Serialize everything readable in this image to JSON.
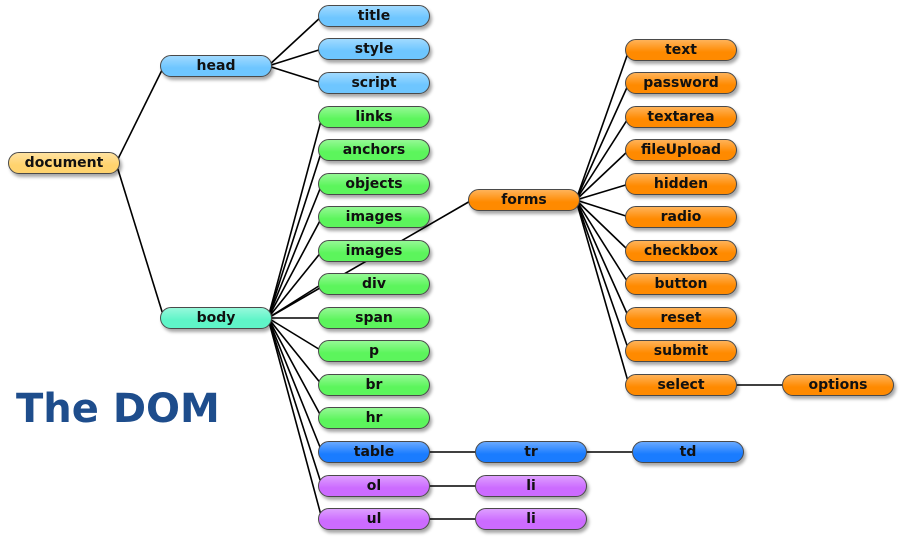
{
  "caption": "The DOM",
  "colors": {
    "document": "#ffd36e",
    "head": "#6ec6ff",
    "body": "#5ff5c8",
    "body_children": "#5cf55c",
    "forms": "#ff8a00",
    "table": "#1a7cff",
    "list": "#cc6bff"
  },
  "nodes": [
    {
      "id": "document",
      "label": "document",
      "color": "document"
    },
    {
      "id": "head",
      "label": "head",
      "color": "head"
    },
    {
      "id": "title",
      "label": "title",
      "color": "head"
    },
    {
      "id": "style",
      "label": "style",
      "color": "head"
    },
    {
      "id": "script",
      "label": "script",
      "color": "head"
    },
    {
      "id": "body",
      "label": "body",
      "color": "body"
    },
    {
      "id": "links",
      "label": "links",
      "color": "body_children"
    },
    {
      "id": "anchors",
      "label": "anchors",
      "color": "body_children"
    },
    {
      "id": "objects",
      "label": "objects",
      "color": "body_children"
    },
    {
      "id": "images1",
      "label": "images",
      "color": "body_children"
    },
    {
      "id": "images2",
      "label": "images",
      "color": "body_children"
    },
    {
      "id": "div",
      "label": "div",
      "color": "body_children"
    },
    {
      "id": "span",
      "label": "span",
      "color": "body_children"
    },
    {
      "id": "p",
      "label": "p",
      "color": "body_children"
    },
    {
      "id": "br",
      "label": "br",
      "color": "body_children"
    },
    {
      "id": "hr",
      "label": "hr",
      "color": "body_children"
    },
    {
      "id": "table",
      "label": "table",
      "color": "table"
    },
    {
      "id": "ol",
      "label": "ol",
      "color": "list"
    },
    {
      "id": "ul",
      "label": "ul",
      "color": "list"
    },
    {
      "id": "forms",
      "label": "forms",
      "color": "forms"
    },
    {
      "id": "text",
      "label": "text",
      "color": "forms"
    },
    {
      "id": "password",
      "label": "password",
      "color": "forms"
    },
    {
      "id": "textarea",
      "label": "textarea",
      "color": "forms"
    },
    {
      "id": "fileUpload",
      "label": "fileUpload",
      "color": "forms"
    },
    {
      "id": "hidden",
      "label": "hidden",
      "color": "forms"
    },
    {
      "id": "radio",
      "label": "radio",
      "color": "forms"
    },
    {
      "id": "checkbox",
      "label": "checkbox",
      "color": "forms"
    },
    {
      "id": "button",
      "label": "button",
      "color": "forms"
    },
    {
      "id": "reset",
      "label": "reset",
      "color": "forms"
    },
    {
      "id": "submit",
      "label": "submit",
      "color": "forms"
    },
    {
      "id": "select",
      "label": "select",
      "color": "forms"
    },
    {
      "id": "options",
      "label": "options",
      "color": "forms"
    },
    {
      "id": "tr",
      "label": "tr",
      "color": "table"
    },
    {
      "id": "td",
      "label": "td",
      "color": "table"
    },
    {
      "id": "li_ol",
      "label": "li",
      "color": "list"
    },
    {
      "id": "li_ul",
      "label": "li",
      "color": "list"
    }
  ],
  "edges": [
    [
      "document",
      "head"
    ],
    [
      "document",
      "body"
    ],
    [
      "head",
      "title"
    ],
    [
      "head",
      "style"
    ],
    [
      "head",
      "script"
    ],
    [
      "body",
      "links"
    ],
    [
      "body",
      "anchors"
    ],
    [
      "body",
      "objects"
    ],
    [
      "body",
      "images1"
    ],
    [
      "body",
      "images2"
    ],
    [
      "body",
      "div"
    ],
    [
      "body",
      "span"
    ],
    [
      "body",
      "p"
    ],
    [
      "body",
      "br"
    ],
    [
      "body",
      "hr"
    ],
    [
      "body",
      "table"
    ],
    [
      "body",
      "ol"
    ],
    [
      "body",
      "ul"
    ],
    [
      "body",
      "forms"
    ],
    [
      "forms",
      "text"
    ],
    [
      "forms",
      "password"
    ],
    [
      "forms",
      "textarea"
    ],
    [
      "forms",
      "fileUpload"
    ],
    [
      "forms",
      "hidden"
    ],
    [
      "forms",
      "radio"
    ],
    [
      "forms",
      "checkbox"
    ],
    [
      "forms",
      "button"
    ],
    [
      "forms",
      "reset"
    ],
    [
      "forms",
      "submit"
    ],
    [
      "forms",
      "select"
    ],
    [
      "select",
      "options"
    ],
    [
      "table",
      "tr"
    ],
    [
      "tr",
      "td"
    ],
    [
      "ol",
      "li_ol"
    ],
    [
      "ul",
      "li_ul"
    ]
  ]
}
